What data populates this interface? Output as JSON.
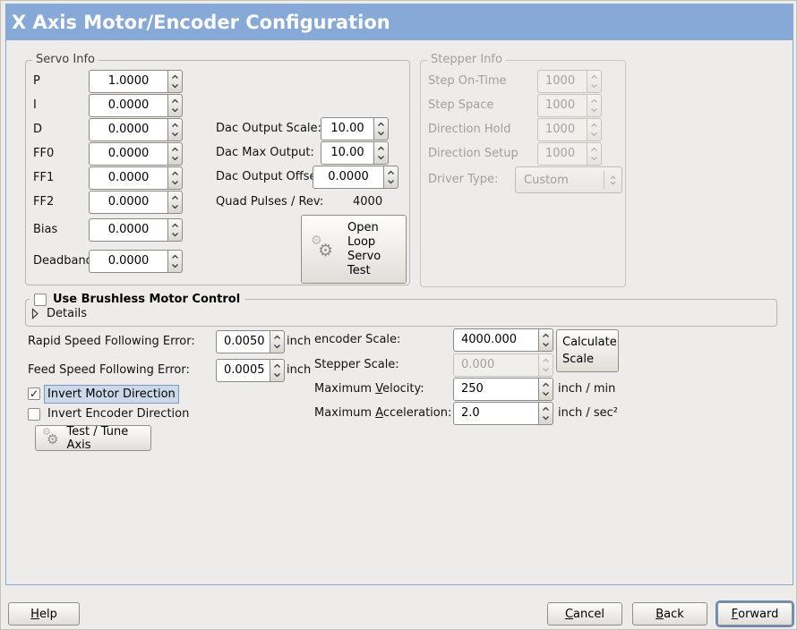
{
  "window": {
    "title": "X Axis Motor/Encoder Configuration"
  },
  "icons": {
    "gear": "⚙",
    "checkmark": "✓"
  },
  "servo_info": {
    "title": "Servo Info",
    "rows": [
      {
        "label": "P",
        "value": "1.0000"
      },
      {
        "label": "I",
        "value": "0.0000"
      },
      {
        "label": "D",
        "value": "0.0000"
      },
      {
        "label": "FF0",
        "value": "0.0000"
      },
      {
        "label": "FF1",
        "value": "0.0000"
      },
      {
        "label": "FF2",
        "value": "0.0000"
      },
      {
        "label": "Bias",
        "value": "0.0000"
      },
      {
        "label": "Deadband",
        "value": "0.0000"
      }
    ]
  },
  "dac": {
    "rows": [
      {
        "label": "Dac Output Scale:",
        "value": "10.00"
      },
      {
        "label": "Dac Max Output:",
        "value": "10.00"
      },
      {
        "label": "Dac Output Offset:",
        "value": "0.0000"
      }
    ],
    "quad_label": "Quad Pulses / Rev:",
    "quad_value": "4000"
  },
  "open_loop_button": {
    "lines": [
      "Open",
      "Loop",
      "Servo",
      "Test"
    ]
  },
  "stepper_info": {
    "title": "Stepper Info",
    "rows": [
      {
        "label": "Step On-Time",
        "value": "1000"
      },
      {
        "label": "Step Space",
        "value": "1000"
      },
      {
        "label": "Direction Hold",
        "value": "1000"
      },
      {
        "label": "Direction Setup",
        "value": "1000"
      }
    ],
    "driver_type_label": "Driver Type:",
    "driver_type_value": "Custom"
  },
  "brushless": {
    "checkbox_label": "Use Brushless Motor Control",
    "details_label": "Details"
  },
  "following_error": {
    "rapid_label": "Rapid Speed Following Error:",
    "rapid_value": "0.0050",
    "rapid_unit": "inch",
    "feed_label": "Feed Speed Following Error:",
    "feed_value": "0.0005",
    "feed_unit": "inch"
  },
  "scaling": {
    "encoder_label": "encoder Scale:",
    "encoder_value": "4000.000",
    "stepper_label": "Stepper Scale:",
    "stepper_value": "0.000",
    "calculate_button_lines": [
      "Calculate",
      "Scale"
    ],
    "velocity_label": {
      "pre": "Maximum ",
      "key": "V",
      "post": "elocity:"
    },
    "velocity_value": "250",
    "velocity_unit": "inch / min",
    "accel_label": {
      "pre": "Maximum ",
      "key": "A",
      "post": "cceleration:"
    },
    "accel_value": "2.0",
    "accel_unit": "inch / sec²"
  },
  "direction": {
    "invert_motor_label": "Invert Motor Direction",
    "invert_encoder_label": "Invert Encoder Direction",
    "test_tune_button": "Test / Tune Axis"
  },
  "footer": {
    "help": {
      "key": "H",
      "post": "elp"
    },
    "cancel": {
      "key": "C",
      "post": "ancel"
    },
    "back": {
      "key": "B",
      "post": "ack"
    },
    "forward": {
      "key": "F",
      "post": "orward"
    }
  }
}
